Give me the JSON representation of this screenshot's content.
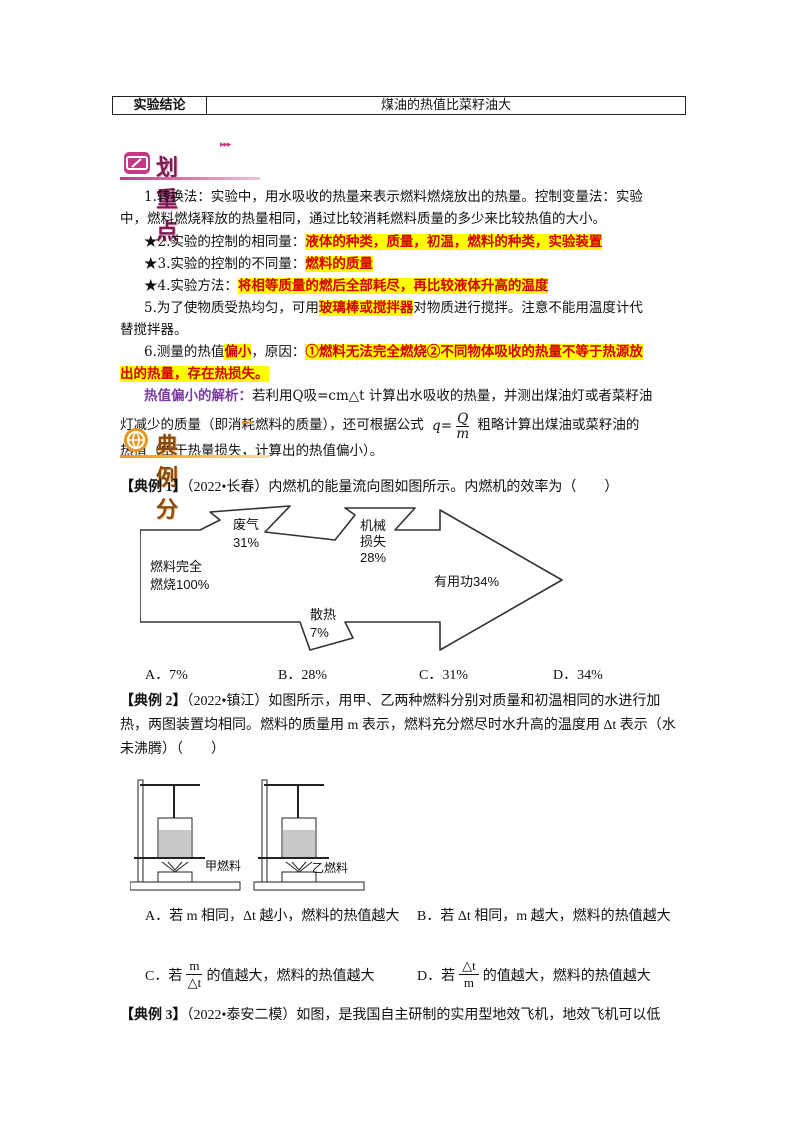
{
  "table": {
    "head": "实验结论",
    "value": "煤油的热值比菜籽油大"
  },
  "banner1": {
    "title": "划重点"
  },
  "points": {
    "p1a": "1.转换法：实验中，用水吸收的热量来表示燃料燃烧放出的热量。控制变量法：实验",
    "p1b": "中，燃料燃烧释放的热量相同，通过比较消耗燃料质量的多少来比较热值的大小。",
    "p2_label": "★2.实验的控制的相同量：",
    "p2_value": "液体的种类，质量，初温，燃料的种类，实验装置",
    "p3_label": "★3.实验的控制的不同量：",
    "p3_value": "燃料的质量",
    "p4_label": "★4.实验方法：",
    "p4_value": "将相等质量的燃后全部耗尽，再比较液体升高的温度",
    "p5a_pre": "5.为了使物质受热均匀，可用",
    "p5a_hl": "玻璃棒或搅拌器",
    "p5a_post": "对物质进行搅拌。注意不能用温度计代",
    "p5b": "替搅拌器。",
    "p6_pre": "6.测量的热值",
    "p6_hl1": "偏小",
    "p6_mid": "，原因：",
    "p6_hl2": "①燃料无法完全燃烧②不同物体吸收的热量不等于热源放",
    "p6_hl3": "出的热量，存在热损失。",
    "p7_label": "热值偏小的解析：",
    "p7a": "若利用Q吸=cm△t 计算出水吸收的热量，并测出煤油灯或者菜籽油",
    "p7b_pre": "灯减少的质量（即消耗燃料的质量），还可根据公式",
    "p7b_num": "Q",
    "p7b_den": "m",
    "p7b_q": "q",
    "p7b_post": "粗略计算出煤油或菜籽油的",
    "p7c": "热值（由于热量损失，计算出的热值偏小）。"
  },
  "banner2": {
    "title": "典例分析"
  },
  "ex1": {
    "tag": "【典例 1】",
    "text": "（2022•长春）内燃机的能量流向图如图所示。内燃机的效率为（　　）",
    "diagram": {
      "input": [
        "燃料完全",
        "燃烧100%"
      ],
      "exhaust": [
        "废气",
        "31%"
      ],
      "mech": [
        "机械",
        "损失",
        "28%"
      ],
      "heat": [
        "散热",
        "7%"
      ],
      "useful": "有用功34%"
    },
    "options": [
      "A．7%",
      "B．28%",
      "C．31%",
      "D．34%"
    ]
  },
  "ex2": {
    "tag": "【典例 2】",
    "line1": "（2022•镇江）如图所示，用甲、乙两种燃料分别对质量和初温相同的水进行加",
    "line2": "热，两图装置均相同。燃料的质量用 m 表示，燃料充分燃尽时水升高的温度用 Δt 表示（水",
    "line3": "未沸腾）（　　）",
    "label_a": "甲燃料",
    "label_b": "乙燃料",
    "optA": "A．若 m 相同，Δt 越小，燃料的热值越大",
    "optB": "B．若 Δt 相同，m 越大，燃料的热值越大",
    "optC_pre": "C．若",
    "optC_num": "m",
    "optC_den": "△t",
    "optC_post": "的值越大，燃料的热值越大",
    "optD_pre": "D．若",
    "optD_num": "△t",
    "optD_den": "m",
    "optD_post": "的值越大，燃料的热值越大"
  },
  "ex3": {
    "tag": "【典例 3】",
    "text": "（2022•泰安二模）如图，是我国自主研制的实用型地效飞机，地效飞机可以低"
  }
}
